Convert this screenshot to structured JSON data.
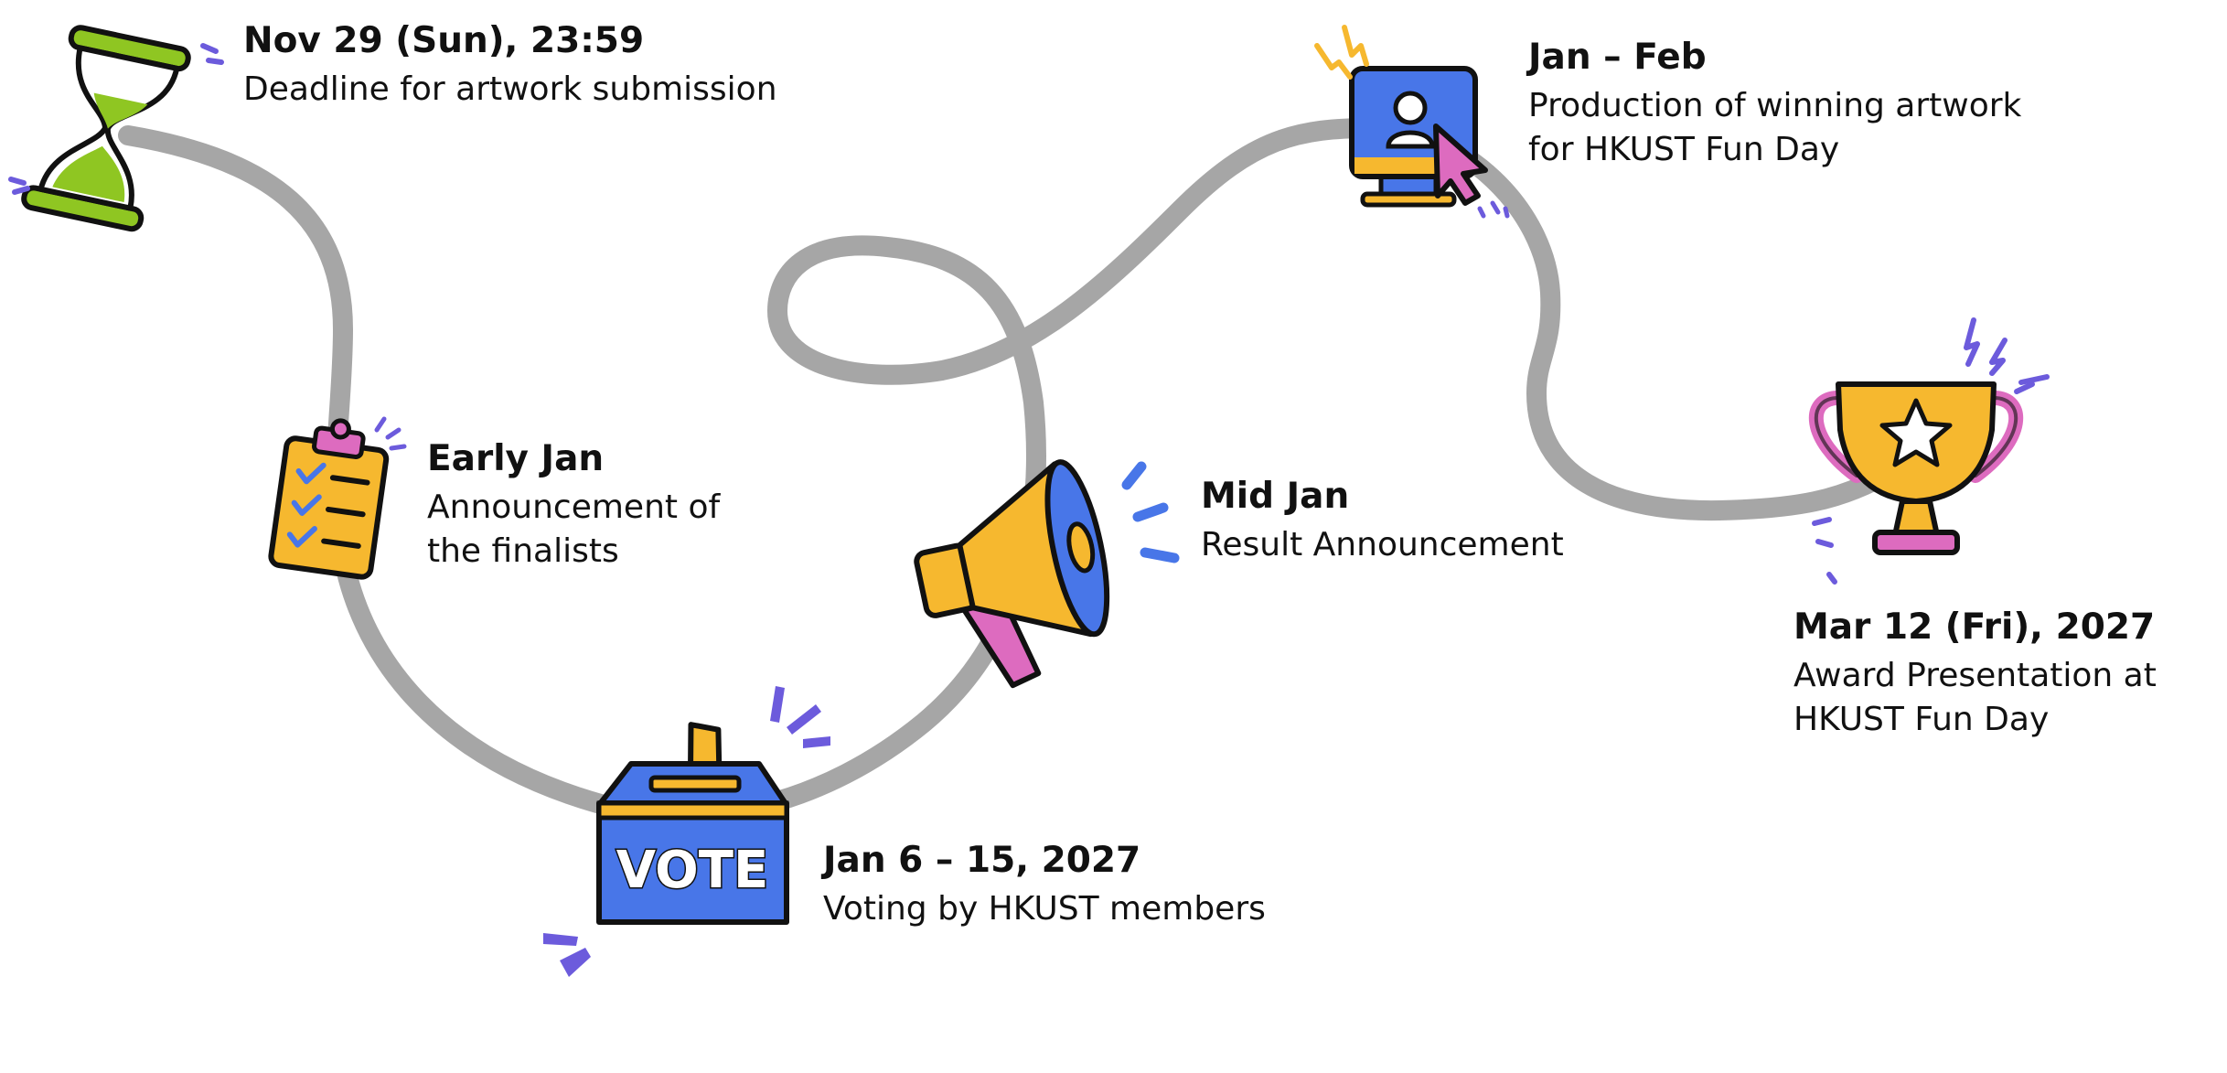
{
  "colors": {
    "path": "#a6a6a6",
    "blue": "#4876e8",
    "yellow": "#f6b82f",
    "pink": "#dd6bbf",
    "green": "#8fc622",
    "purple": "#6c5bdc",
    "outline": "#111111"
  },
  "vote_box": {
    "text": "VOTE"
  },
  "milestones": [
    {
      "date": "Nov 29 (Sun), 23:59",
      "description": "Deadline for artwork submission",
      "icon": "hourglass-icon"
    },
    {
      "date": "Early Jan",
      "description": "Announcement of\nthe finalists",
      "icon": "clipboard-icon"
    },
    {
      "date": "Jan 6 – 15, 2027",
      "description": "Voting by HKUST members",
      "icon": "ballot-box-icon"
    },
    {
      "date": "Mid Jan",
      "description": "Result Announcement",
      "icon": "megaphone-icon"
    },
    {
      "date": "Jan – Feb",
      "description": "Production of winning artwork\nfor HKUST Fun Day",
      "icon": "monitor-cursor-icon"
    },
    {
      "date": "Mar 12 (Fri), 2027",
      "description": "Award Presentation at\nHKUST Fun Day",
      "icon": "trophy-icon"
    }
  ]
}
